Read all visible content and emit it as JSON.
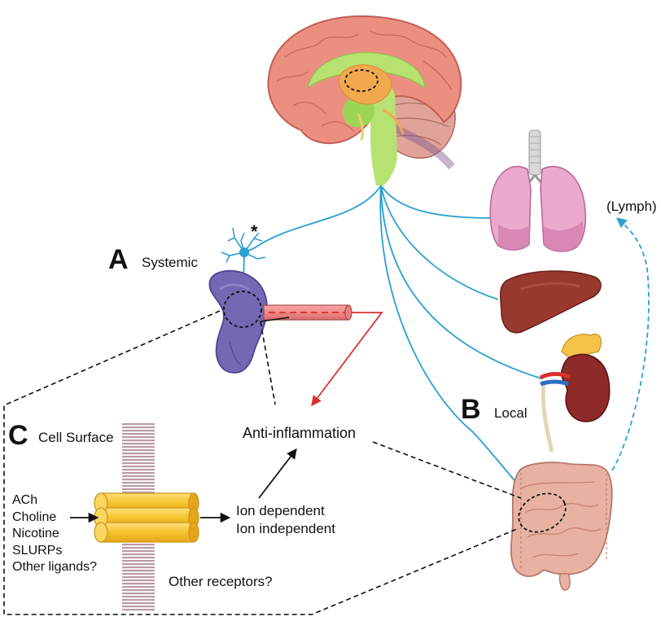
{
  "labels": {
    "panel_a_letter": "A",
    "panel_a_text": "Systemic",
    "panel_b_letter": "B",
    "panel_b_text": "Local",
    "panel_c_letter": "C",
    "panel_c_text": "Cell Surface",
    "asterisk": "*",
    "lymph": "(Lymph)",
    "anti_inflammation": "Anti-inflammation",
    "ion_dependent": "Ion dependent",
    "ion_independent": "Ion independent",
    "other_receptors": "Other receptors?"
  },
  "ligands": [
    "ACh",
    "Choline",
    "Nicotine",
    "SLURPs",
    "Other ligands?"
  ],
  "colors": {
    "nerve": "#2a9fd2",
    "red_arrow": "#d9302e",
    "spleen": "#7468b4",
    "receptor": "#f7c22f",
    "membrane": "#b99aa6",
    "brain": "#eb8f80",
    "brainstem": "#b7e272",
    "lung": "#eaa9cd",
    "liver": "#98392d",
    "kidney": "#8e2a28",
    "adrenal": "#f4c34a",
    "intestine": "#e7b2a2"
  },
  "icons": [
    "brain-illustration",
    "lungs-illustration",
    "liver-illustration",
    "kidney-illustration",
    "intestine-illustration",
    "spleen-illustration",
    "neuron-illustration",
    "receptor-illustration"
  ]
}
